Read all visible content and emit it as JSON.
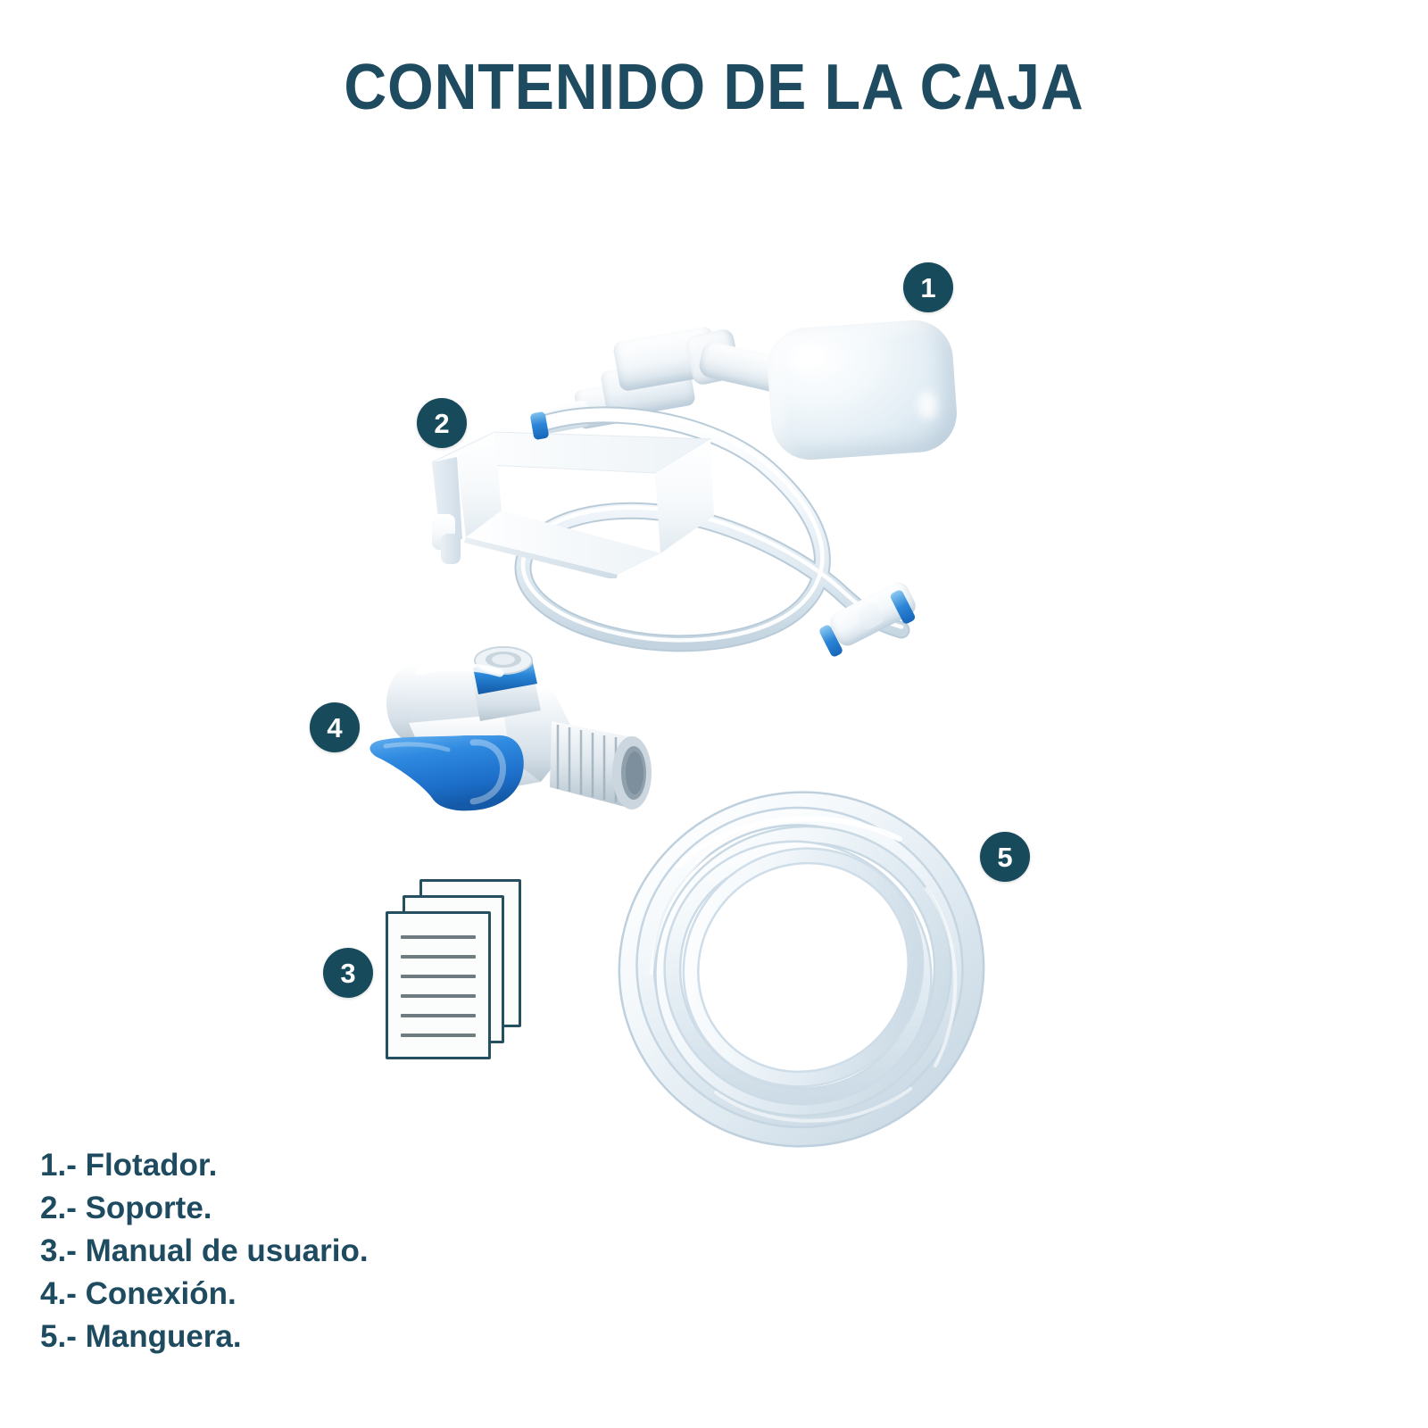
{
  "page": {
    "title": "CONTENIDO DE LA CAJA",
    "background_color": "#ffffff",
    "accent_color": "#174b5c",
    "text_color": "#1e4b5f",
    "blue_color": "#2878d8"
  },
  "badges": [
    {
      "number": "1",
      "target": "flotador"
    },
    {
      "number": "2",
      "target": "soporte"
    },
    {
      "number": "3",
      "target": "manual-de-usuario"
    },
    {
      "number": "4",
      "target": "conexion"
    },
    {
      "number": "5",
      "target": "manguera"
    }
  ],
  "legend": {
    "items": [
      {
        "number": "1",
        "text": "1.- Flotador."
      },
      {
        "number": "2",
        "text": "2.- Soporte."
      },
      {
        "number": "3",
        "text": "3.- Manual de usuario."
      },
      {
        "number": "4",
        "text": "4.- Conexión."
      },
      {
        "number": "5",
        "text": "5.- Manguera."
      }
    ]
  },
  "parts": {
    "float_valve": {
      "name": "Flotador",
      "icon": "float-valve-icon"
    },
    "bracket": {
      "name": "Soporte",
      "icon": "bracket-icon"
    },
    "manual": {
      "name": "Manual de usuario",
      "icon": "documents-icon"
    },
    "connector_valve": {
      "name": "Conexión",
      "icon": "shutoff-valve-icon"
    },
    "hose": {
      "name": "Manguera",
      "icon": "coiled-hose-icon"
    }
  }
}
